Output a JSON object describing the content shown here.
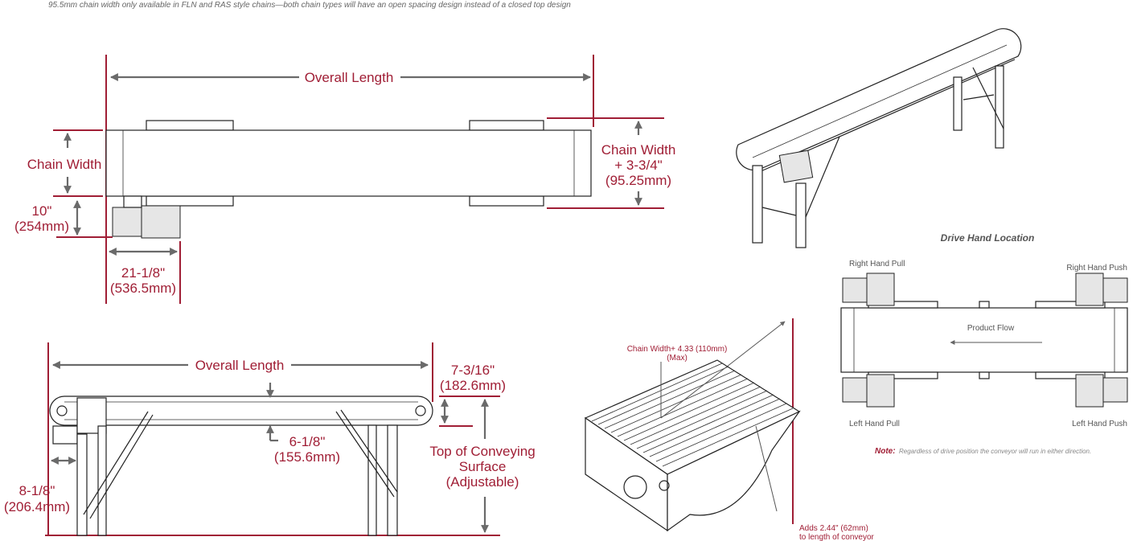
{
  "header_note": "95.5mm chain width only available in FLN and RAS style chains—both chain types will have an open spacing design instead of a closed top design",
  "colors": {
    "accent": "#a01e35",
    "dimension_arrow": "#6a6a6a",
    "drawing_line": "#222222"
  },
  "top_view": {
    "overall_length": "Overall Length",
    "chain_width": "Chain Width",
    "drive_offset_line1": "10\"",
    "drive_offset_line2": "(254mm)",
    "drive_length_line1": "21-1/8\"",
    "drive_length_line2": "(536.5mm)",
    "side_width_line1": "Chain Width",
    "side_width_line2": "+ 3-3/4\"",
    "side_width_line3": "(95.25mm)"
  },
  "side_view": {
    "overall_length": "Overall Length",
    "end_height_line1": "7-3/16\"",
    "end_height_line2": "(182.6mm)",
    "belt_height_line1": "6-1/8\"",
    "belt_height_line2": "(155.6mm)",
    "leg_offset_line1": "8-1/8\"",
    "leg_offset_line2": "(206.4mm)",
    "top_surface_line1": "Top of Conveying",
    "top_surface_line2": "Surface",
    "top_surface_line3": "(Adjustable)"
  },
  "chain_detail": {
    "width_label_line1": "Chain Width+ 4.33 (110mm)",
    "width_label_line2": "(Max)",
    "adds_label_line1": "Adds 2.44\" (62mm)",
    "adds_label_line2": "to length of conveyor"
  },
  "drive_hand": {
    "title": "Drive Hand Location",
    "right_hand_pull": "Right Hand Pull",
    "right_hand_push": "Right Hand Push",
    "left_hand_pull": "Left Hand Pull",
    "left_hand_push": "Left Hand Push",
    "product_flow": "Product Flow",
    "note_label": "Note:",
    "note_text": "Regardless of drive position the conveyor will run in either direction."
  }
}
